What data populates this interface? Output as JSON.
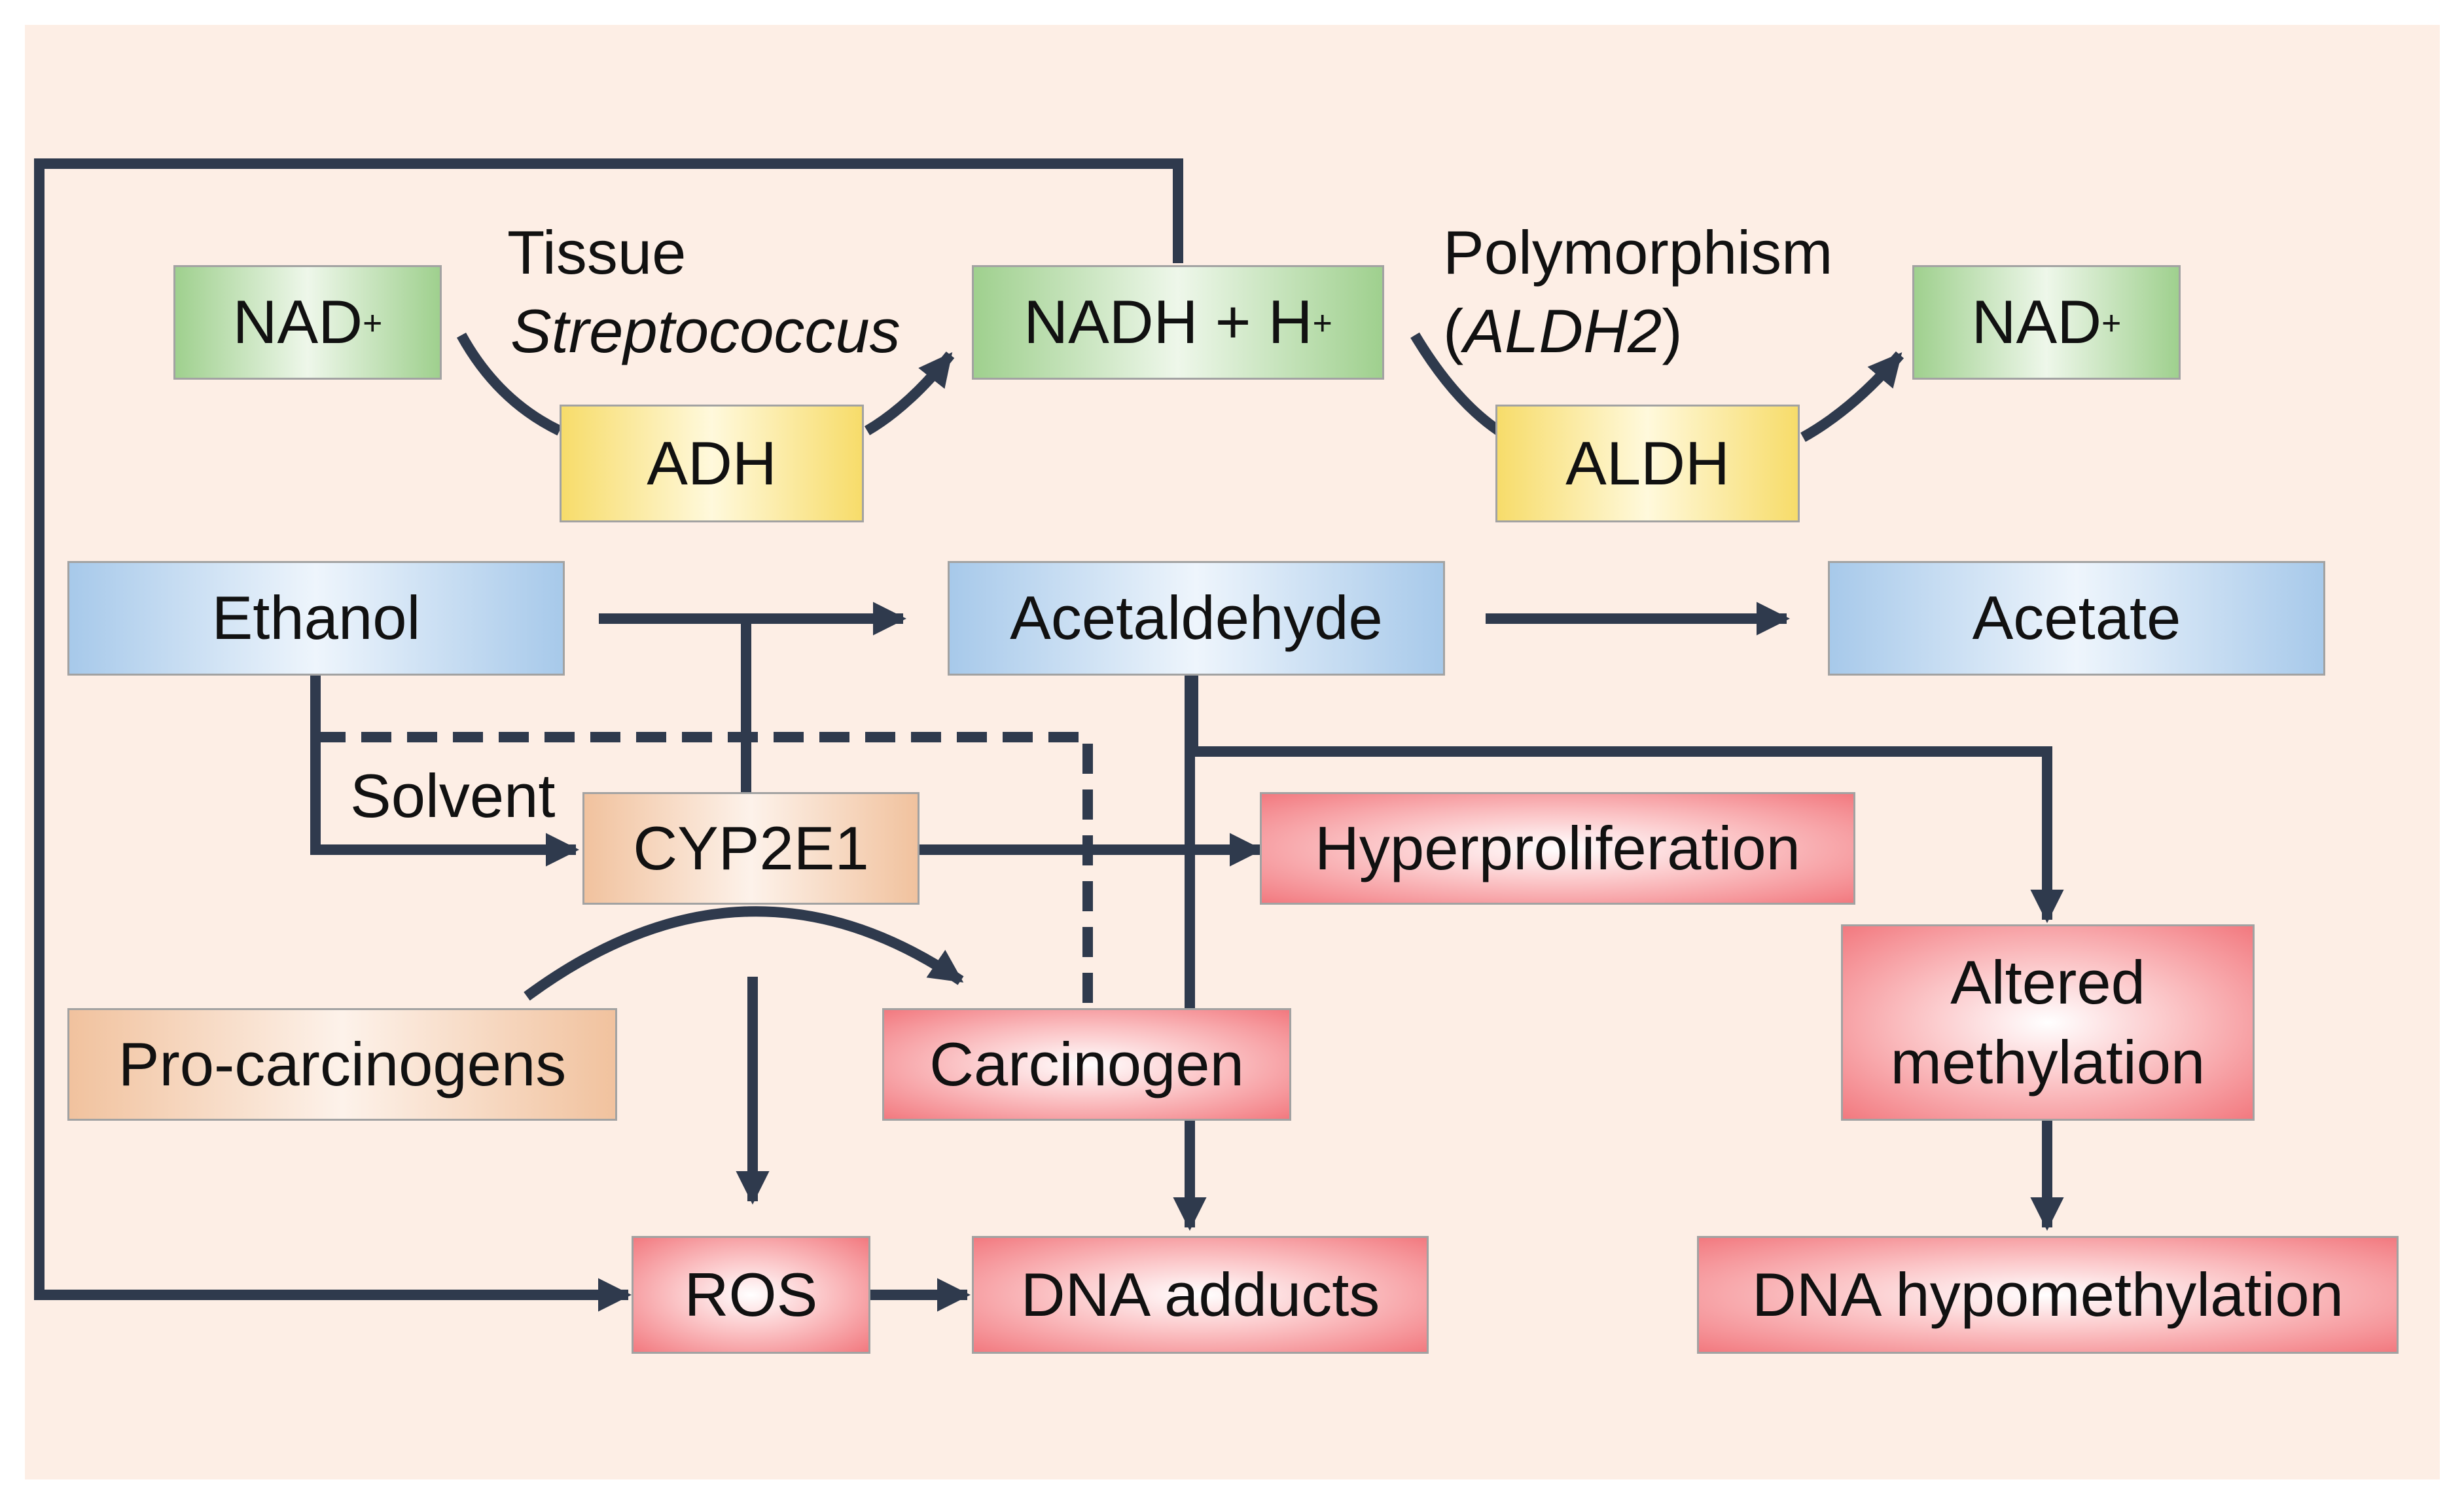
{
  "nodes": {
    "nad_left": {
      "text": "NAD",
      "sup": "+"
    },
    "adh": {
      "text": "ADH"
    },
    "nadh": {
      "text": "NADH + H",
      "sup": "+"
    },
    "aldh": {
      "text": "ALDH"
    },
    "nad_right": {
      "text": "NAD",
      "sup": "+"
    },
    "ethanol": {
      "text": "Ethanol"
    },
    "acetaldehyde": {
      "text": "Acetaldehyde"
    },
    "acetate": {
      "text": "Acetate"
    },
    "cyp2e1": {
      "text": "CYP2E1"
    },
    "hyperproliferation": {
      "text": "Hyperproliferation"
    },
    "pro_carcinogens": {
      "text": "Pro-carcinogens"
    },
    "carcinogen": {
      "text": "Carcinogen"
    },
    "altered_methylation": {
      "line1": "Altered",
      "line2": "methylation"
    },
    "ros": {
      "text": "ROS"
    },
    "dna_adducts": {
      "text": "DNA adducts"
    },
    "dna_hypomethylation": {
      "text": "DNA hypomethylation"
    }
  },
  "labels": {
    "tissue": "Tissue",
    "streptococcus": "Streptococcus",
    "polymorphism": "Polymorphism",
    "aldh2_open": "(",
    "aldh2_gene": "ALDH2",
    "aldh2_close": ")",
    "solvent": "Solvent"
  },
  "colors": {
    "background": "#fdeee5",
    "arrow": "#2f3a4d",
    "box_border": "#a2a2a2"
  }
}
